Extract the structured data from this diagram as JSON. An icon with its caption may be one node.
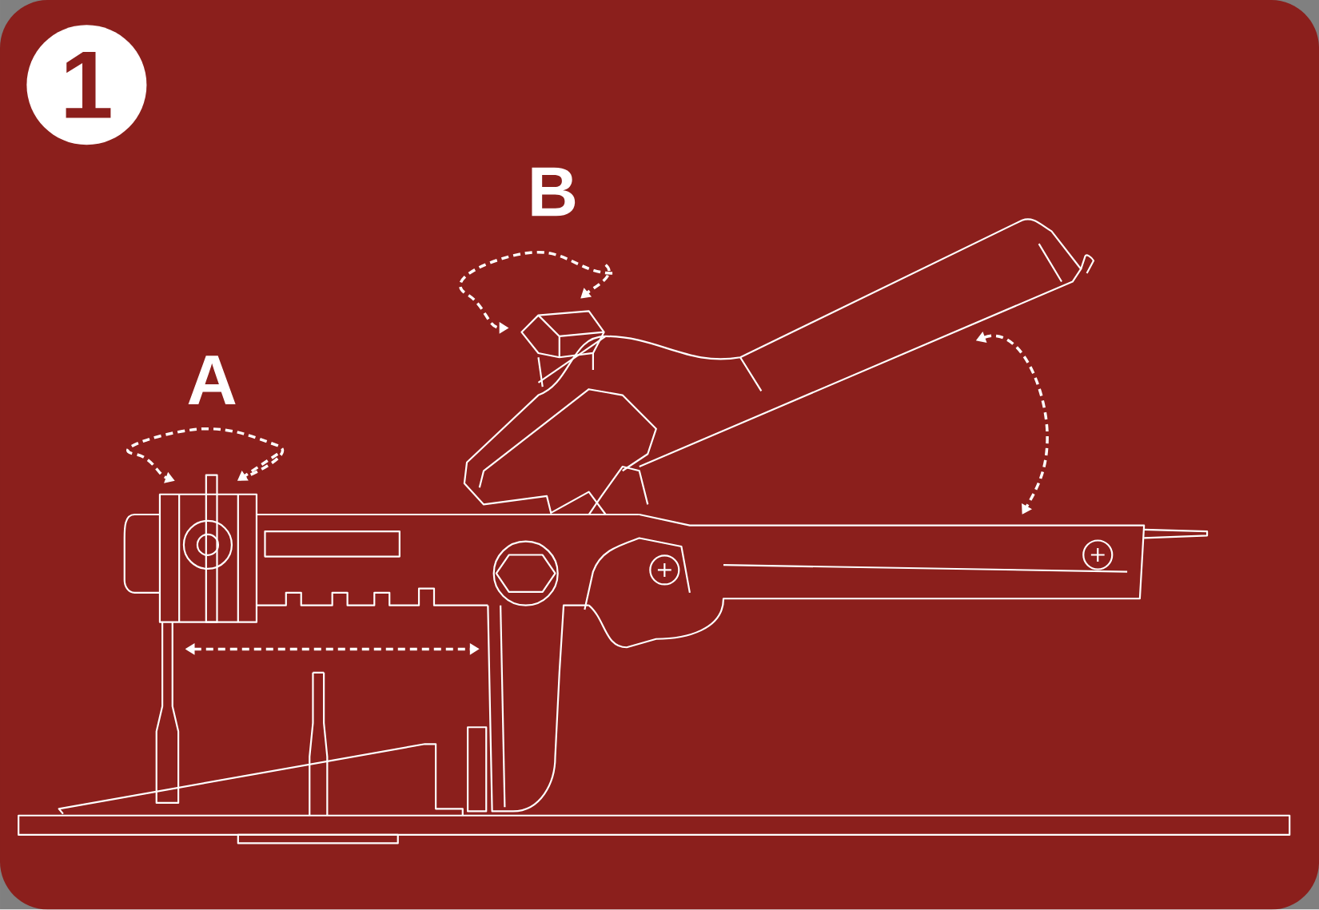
{
  "diagram": {
    "nodes": [
      {
        "text": [
          "1"
        ]
      }
    ],
    "labels": [
      "B",
      "A"
    ]
  }
}
